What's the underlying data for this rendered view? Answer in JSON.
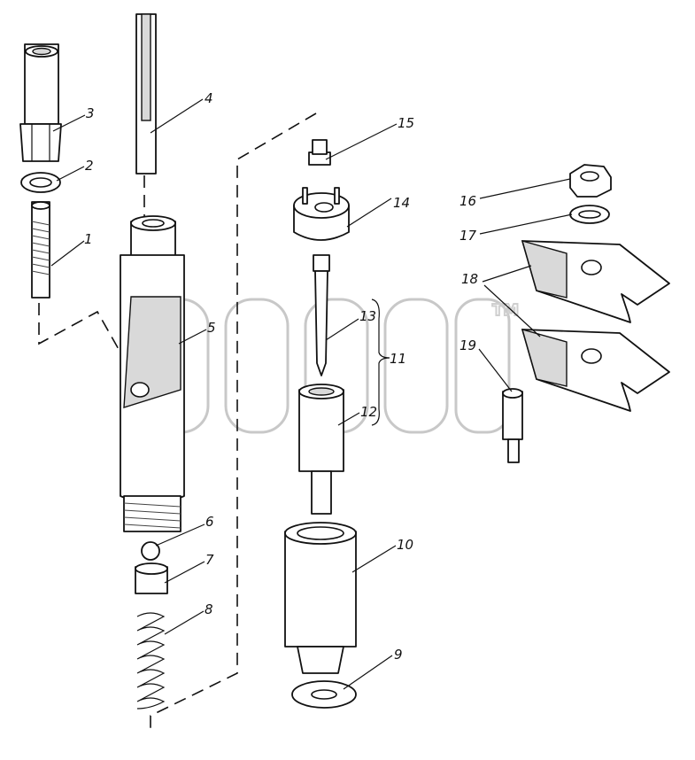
{
  "callouts": [
    {
      "id": "1",
      "label": "1"
    },
    {
      "id": "2",
      "label": "2"
    },
    {
      "id": "3",
      "label": "3"
    },
    {
      "id": "4",
      "label": "4"
    },
    {
      "id": "5",
      "label": "5"
    },
    {
      "id": "6",
      "label": "6"
    },
    {
      "id": "7",
      "label": "7"
    },
    {
      "id": "8",
      "label": "8"
    },
    {
      "id": "9",
      "label": "9"
    },
    {
      "id": "10",
      "label": "10"
    },
    {
      "id": "11",
      "label": "11"
    },
    {
      "id": "12",
      "label": "12"
    },
    {
      "id": "13",
      "label": "13"
    },
    {
      "id": "14",
      "label": "14"
    },
    {
      "id": "15",
      "label": "15"
    },
    {
      "id": "16",
      "label": "16"
    },
    {
      "id": "17",
      "label": "17"
    },
    {
      "id": "18",
      "label": "18"
    },
    {
      "id": "19",
      "label": "19"
    }
  ],
  "watermark": {
    "text": "TM"
  },
  "colors": {
    "ink": "#111111",
    "watermark": "#cfcfcf",
    "background": "#ffffff"
  }
}
